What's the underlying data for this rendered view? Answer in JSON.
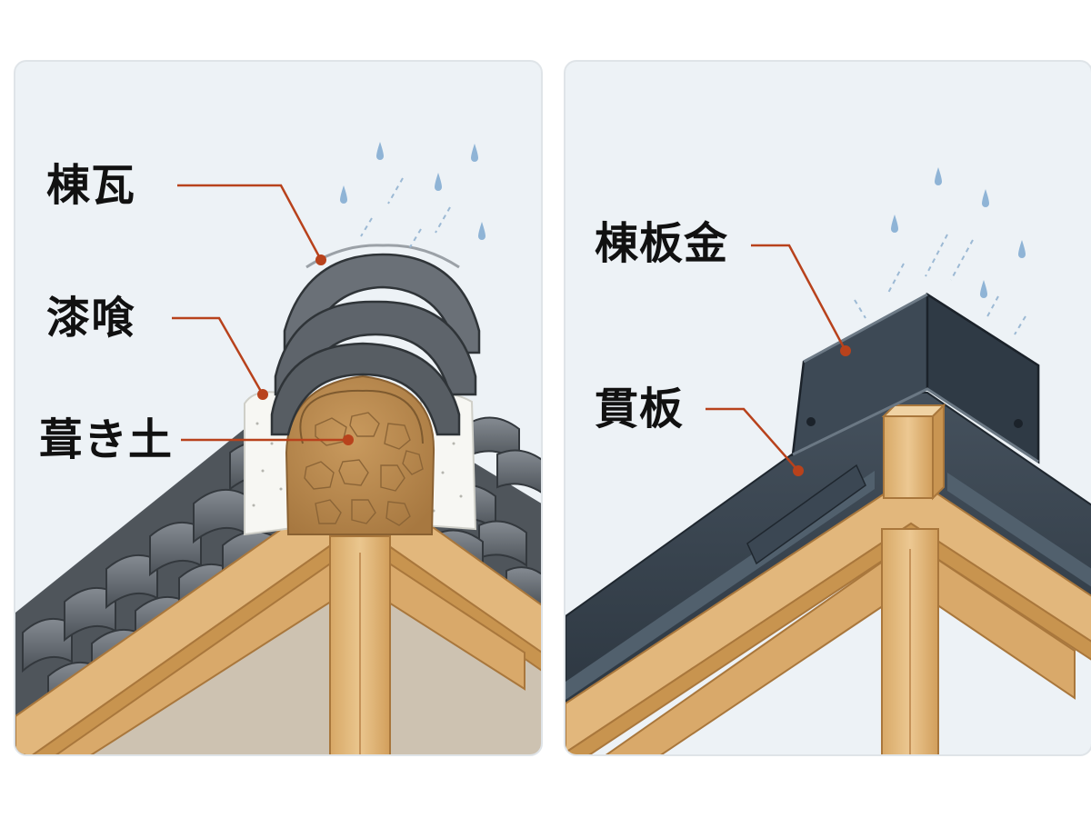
{
  "left_panel": {
    "labels": {
      "ridge_tile": "棟瓦",
      "plaster": "漆喰",
      "roofing_mud": "葺き土"
    }
  },
  "right_panel": {
    "labels": {
      "ridge_metal": "棟板金",
      "ridge_board": "貫板"
    }
  },
  "colors": {
    "background": "#edf2f6",
    "panel_border": "#dfe4e8",
    "tile": "#5e646b",
    "metal": "#35404b",
    "wood": "#e2b77c",
    "mud": "#b98a4f",
    "plaster": "#f7f7f3",
    "callout_line": "#b8421c",
    "rain": "#8fb4d6"
  },
  "icons": [
    "raindrop-icon"
  ]
}
